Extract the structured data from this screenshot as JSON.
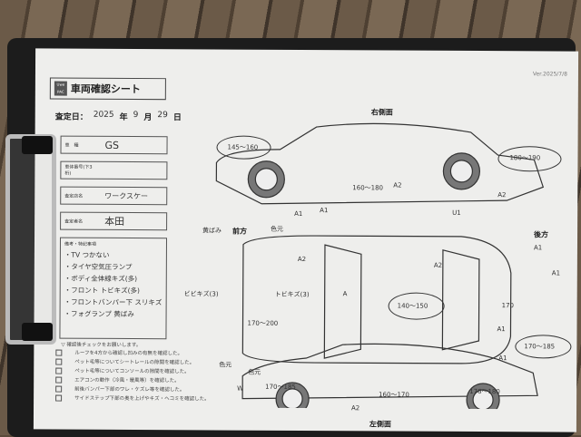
{
  "sheet": {
    "version": "Ver.2025/7/8",
    "logo": "Uwe PAC",
    "title": "車両確認シート",
    "date": {
      "label": "査定日：",
      "year": "2025",
      "year_unit": "年",
      "month": "9",
      "month_unit": "月",
      "day": "29",
      "day_unit": "日"
    },
    "fields": [
      {
        "label": "車　種",
        "value": "GS"
      },
      {
        "label": "車体番号(下3桁)",
        "value": ""
      },
      {
        "label": "査定店名",
        "value": "ワークスケー"
      },
      {
        "label": "査定者名",
        "value": "本田"
      }
    ],
    "notes": {
      "label": "備考・特記事項",
      "items": [
        "・TV つかない",
        "・タイヤ空気圧ランプ",
        "・ボディ全体線キズ(多)",
        "・フロント トビキズ(多)",
        "・フロントバンパー下 スリキズ",
        "・フォグランプ 黄ばみ"
      ]
    },
    "checklist": {
      "header": "▽ 確認後チェックをお願いします。",
      "items": [
        "ルーフを4方から確認し凹みの有無を確認した。",
        "ペット毛等についてシートレールの隙間を確認した。",
        "ペット毛等についてコンソールの隙間を確認した。",
        "エアコンの動作（冷風・暖風等）を確認した。",
        "前後バンパー下部のワレ・ケズレ等を確認した。",
        "サイドステップ下部の奥を上げやキズ・ヘコミを確認した。"
      ]
    }
  },
  "diagram": {
    "views": {
      "right": "右側面",
      "front": "前方",
      "rear": "後方",
      "left": "左側面"
    },
    "annotations": [
      "145～160",
      "180～190",
      "160～180",
      "A2",
      "A1",
      "U1",
      "A2",
      "A1",
      "黄ばみ",
      "色元",
      "A2",
      "A2",
      "A1",
      "A1",
      "トビキズ(3)",
      "ビビキズ(3)",
      "A",
      "140～150",
      "170",
      "170～200",
      "170～185",
      "色元",
      "色元",
      "W",
      "170～185",
      "160～170",
      "176～180",
      "A2",
      "A1",
      "A1"
    ]
  }
}
